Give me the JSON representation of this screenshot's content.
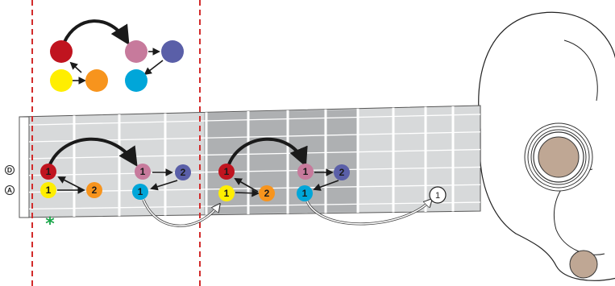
{
  "colors": {
    "red": "#c0141f",
    "pink": "#c77a9c",
    "violet": "#5a5fa8",
    "yellow": "#ffee00",
    "orange": "#f7941d",
    "cyan": "#00a6d9",
    "guide_line": "#d22b2b",
    "star": "#1aa64a",
    "fretboard_light": "#d7d9da",
    "fretboard_dark": "#aeb0b2",
    "soundhole": "#bfa794"
  },
  "legend": {
    "nodes": [
      "red",
      "pink",
      "violet",
      "yellow",
      "orange",
      "cyan"
    ]
  },
  "string_labels": {
    "upper": "D",
    "lower": "A"
  },
  "position_marker": "*",
  "pattern_one": [
    {
      "color": "red",
      "finger": "1"
    },
    {
      "color": "yellow",
      "finger": "1"
    },
    {
      "color": "orange",
      "finger": "2"
    },
    {
      "color": "pink",
      "finger": "1"
    },
    {
      "color": "violet",
      "finger": "2"
    },
    {
      "color": "cyan",
      "finger": "1"
    }
  ],
  "pattern_two": [
    {
      "color": "red",
      "finger": "1"
    },
    {
      "color": "yellow",
      "finger": "1"
    },
    {
      "color": "orange",
      "finger": "2"
    },
    {
      "color": "pink",
      "finger": "1"
    },
    {
      "color": "violet",
      "finger": "2"
    },
    {
      "color": "cyan",
      "finger": "1"
    }
  ],
  "target_marker": {
    "finger": "1"
  }
}
